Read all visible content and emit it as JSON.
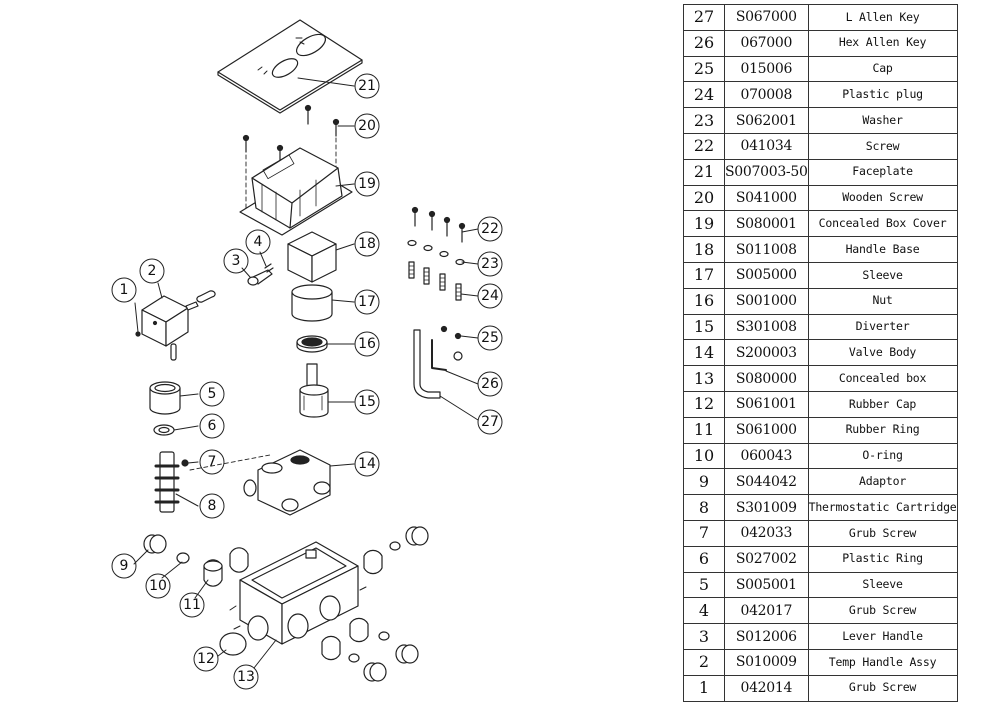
{
  "parts": [
    {
      "no": "27",
      "code": "S067000",
      "desc": "L Allen Key"
    },
    {
      "no": "26",
      "code": "067000",
      "desc": "Hex Allen Key"
    },
    {
      "no": "25",
      "code": "015006",
      "desc": "Cap"
    },
    {
      "no": "24",
      "code": "070008",
      "desc": "Plastic plug"
    },
    {
      "no": "23",
      "code": "S062001",
      "desc": "Washer"
    },
    {
      "no": "22",
      "code": "041034",
      "desc": "Screw"
    },
    {
      "no": "21",
      "code": "S007003-50",
      "desc": "Faceplate"
    },
    {
      "no": "20",
      "code": "S041000",
      "desc": "Wooden Screw"
    },
    {
      "no": "19",
      "code": "S080001",
      "desc": "Concealed Box Cover"
    },
    {
      "no": "18",
      "code": "S011008",
      "desc": "Handle Base"
    },
    {
      "no": "17",
      "code": "S005000",
      "desc": "Sleeve"
    },
    {
      "no": "16",
      "code": "S001000",
      "desc": "Nut"
    },
    {
      "no": "15",
      "code": "S301008",
      "desc": "Diverter"
    },
    {
      "no": "14",
      "code": "S200003",
      "desc": "Valve Body"
    },
    {
      "no": "13",
      "code": "S080000",
      "desc": "Concealed box"
    },
    {
      "no": "12",
      "code": "S061001",
      "desc": "Rubber Cap"
    },
    {
      "no": "11",
      "code": "S061000",
      "desc": "Rubber Ring"
    },
    {
      "no": "10",
      "code": "060043",
      "desc": "O-ring"
    },
    {
      "no": "9",
      "code": "S044042",
      "desc": "Adaptor"
    },
    {
      "no": "8",
      "code": "S301009",
      "desc": "Thermostatic Cartridge"
    },
    {
      "no": "7",
      "code": "042033",
      "desc": "Grub Screw"
    },
    {
      "no": "6",
      "code": "S027002",
      "desc": "Plastic Ring"
    },
    {
      "no": "5",
      "code": "S005001",
      "desc": "Sleeve"
    },
    {
      "no": "4",
      "code": "042017",
      "desc": "Grub Screw"
    },
    {
      "no": "3",
      "code": "S012006",
      "desc": "Lever Handle"
    },
    {
      "no": "2",
      "code": "S010009",
      "desc": "Temp Handle Assy"
    },
    {
      "no": "1",
      "code": "042014",
      "desc": "Grub Screw"
    }
  ],
  "callouts": [
    "1",
    "2",
    "3",
    "4",
    "5",
    "6",
    "7",
    "8",
    "9",
    "10",
    "11",
    "12",
    "13",
    "14",
    "15",
    "16",
    "17",
    "18",
    "19",
    "20",
    "21",
    "22",
    "23",
    "24",
    "25",
    "26",
    "27"
  ]
}
